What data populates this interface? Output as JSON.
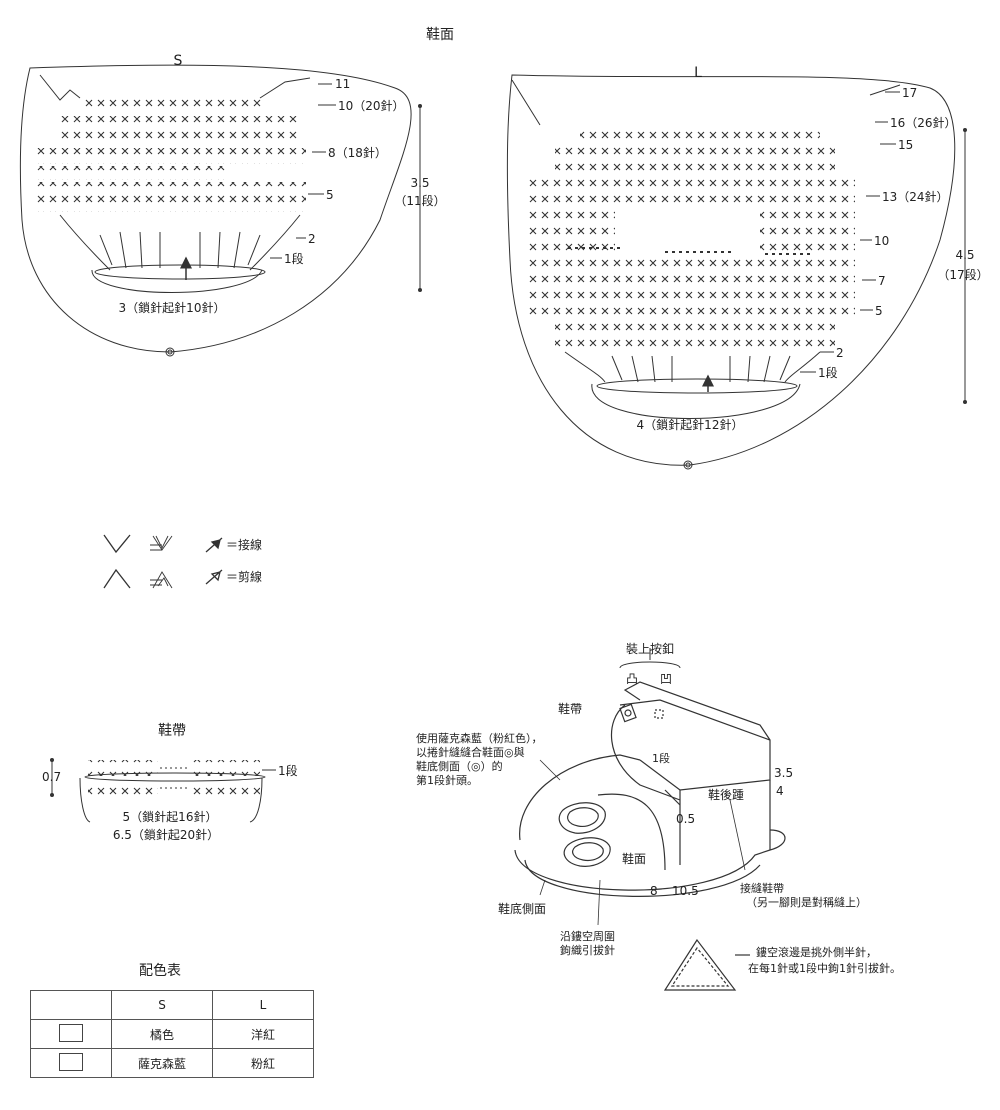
{
  "upper": {
    "title": "鞋面",
    "size_s": {
      "label": "S",
      "row_11": "11",
      "row_10": "10（20針）",
      "row_8": "8（18針）",
      "row_5": "5",
      "row_2": "2",
      "row_1": "1段",
      "height": "3.5",
      "height_rows": "（11段）",
      "base": "3（鎖針起針10針）"
    },
    "size_l": {
      "label": "L",
      "row_17": "17",
      "row_16": "16（26針）",
      "row_15": "15",
      "row_13": "13（24針）",
      "row_10": "10",
      "row_7": "7",
      "row_5": "5",
      "row_2": "2",
      "row_1": "1段",
      "height": "4.5",
      "height_rows": "（17段）",
      "base": "4（鎖針起針12針）"
    }
  },
  "legend": {
    "join_yarn": "＝接線",
    "cut_yarn": "＝剪線"
  },
  "strap": {
    "title": "鞋帶",
    "height": "0.7",
    "row_1": "1段",
    "width_s": "5（鎖針起16針）",
    "width_l": "6.5（鎖針起20針）"
  },
  "assembly": {
    "snap_title": "裝上按釦",
    "snap_convex": "凸",
    "snap_concave": "凹",
    "strap_label": "鞋帶",
    "sew_note": [
      "使用薩克森藍（粉紅色），",
      "以捲針縫縫合鞋面◎與",
      "鞋底側面（◎）的",
      "第1段針頭。"
    ],
    "row1": "1段",
    "heel_h_s": "3.5",
    "heel_h_l": "4",
    "heel": "鞋後踵",
    "gap": "0.5",
    "upper": "鞋面",
    "attach_strap": [
      "接縫鞋帶",
      "（另一腳則是對稱縫上）"
    ],
    "sole_side": "鞋底側面",
    "len_s": "8",
    "len_l": "10.5",
    "around_hollow": [
      "沿鏤空周圍",
      "鉤織引拔針"
    ],
    "hollow_note": [
      "鏤空滾邊是挑外側半針，",
      "在每1針或1段中鉤1針引拔針。"
    ]
  },
  "color_table": {
    "title": "配色表",
    "headers": [
      "",
      "S",
      "L"
    ],
    "rows": [
      {
        "s": "橘色",
        "l": "洋紅"
      },
      {
        "s": "薩克森藍",
        "l": "粉紅"
      }
    ]
  }
}
